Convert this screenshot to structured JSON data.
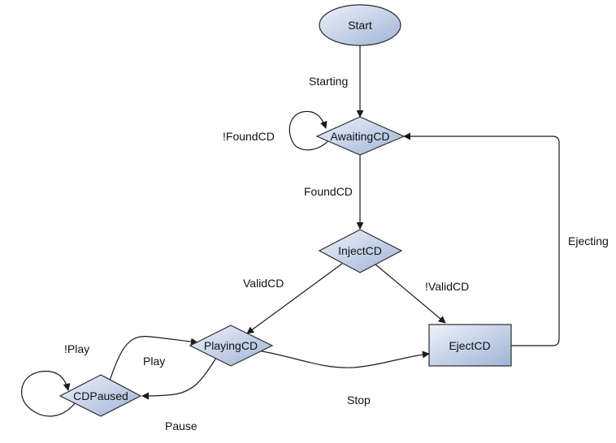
{
  "diagram": {
    "nodes": {
      "start": "Start",
      "awaiting": "AwaitingCD",
      "inject": "InjectCD",
      "playing": "PlayingCD",
      "paused": "CDPaused",
      "eject": "EjectCD"
    },
    "edges": {
      "starting": "Starting",
      "not_found": "!FoundCD",
      "found": "FoundCD",
      "valid": "ValidCD",
      "not_valid": "!ValidCD",
      "ejecting": "Ejecting",
      "not_play": "!Play",
      "play": "Play",
      "stop": "Stop",
      "pause": "Pause"
    }
  }
}
